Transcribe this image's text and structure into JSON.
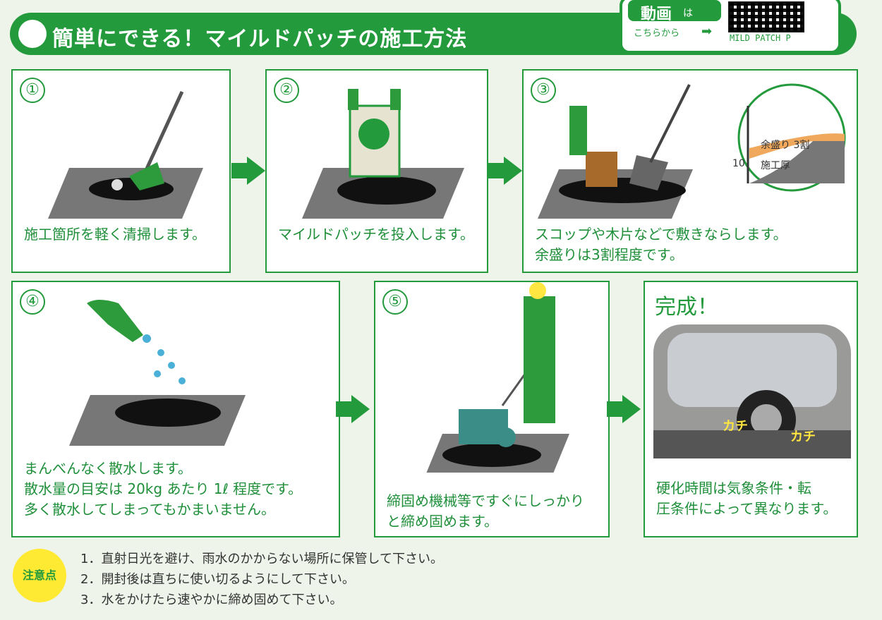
{
  "header": {
    "title": "簡単にできる！マイルドパッチの施工方法",
    "video_title": "動画",
    "video_ha": "は",
    "video_sub": "こちらから",
    "qr_caption": "MILD PATCH P"
  },
  "steps": [
    {
      "num": "①",
      "caption": "施工箇所を軽く清掃します。"
    },
    {
      "num": "②",
      "caption": "マイルドパッチを投入します。"
    },
    {
      "num": "③",
      "caption1": "スコップや木片などで敷きならします。",
      "caption2": "余盛りは3割程度です。",
      "detail_label1": "余盛り 3割",
      "detail_label2": "施工厚",
      "detail_label3": "10"
    },
    {
      "num": "④",
      "caption1": "まんべんなく散水します。",
      "caption2": "散水量の目安は 20kg あたり 1ℓ 程度です。",
      "caption3": "多く散水してしまってもかまいません。"
    },
    {
      "num": "⑤",
      "caption1": "締固め機械等ですぐにしっかり",
      "caption2": "と締め固めます。"
    },
    {
      "num": "完成！",
      "caption1": "硬化時間は気象条件・転",
      "caption2": "圧条件によって異なります。",
      "sfx1": "カチ",
      "sfx2": "カチ"
    }
  ],
  "notice": {
    "label": "注意点",
    "items": [
      "1．直射日光を避け、雨水のかからない場所に保管して下さい。",
      "2．開封後は直ちに使い切るようにして下さい。",
      "3．水をかけたら速やかに締め固めて下さい。"
    ]
  },
  "colors": {
    "green": "#239a3c",
    "yellow": "#ffea33"
  }
}
